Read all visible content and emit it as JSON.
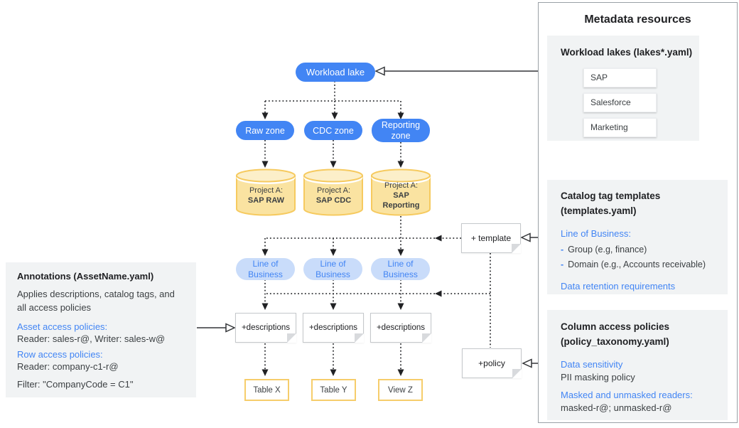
{
  "diagram": {
    "workload_lake_label": "Workload lake",
    "zones": [
      {
        "label": "Raw zone"
      },
      {
        "label": "CDC zone"
      },
      {
        "label": "Reporting zone"
      }
    ],
    "projects": [
      {
        "prefix": "Project A:",
        "name": "SAP RAW"
      },
      {
        "prefix": "Project A:",
        "name": "SAP CDC"
      },
      {
        "prefix": "Project A:",
        "name": "SAP Reporting"
      }
    ],
    "lob_label": "Line of Business",
    "descriptions_note_label": "+descriptions",
    "template_note_label": "+ template",
    "policy_note_label": "+policy",
    "outputs": [
      {
        "label": "Table X"
      },
      {
        "label": "Table Y"
      },
      {
        "label": "View Z"
      }
    ]
  },
  "annotations_panel": {
    "title": "Annotations (AssetName.yaml)",
    "description": "Applies descriptions, catalog tags, and all access policies",
    "asset_heading": "Asset access policies:",
    "asset_value": "Reader: sales-r@, Writer: sales-w@",
    "row_heading": "Row access policies:",
    "row_value": "Reader: company-c1-r@",
    "filter_value": "Filter: \"CompanyCode = C1\""
  },
  "metadata_panel": {
    "title": "Metadata resources",
    "workload_lakes": {
      "heading": "Workload lakes (lakes*.yaml)",
      "items": [
        "SAP",
        "Salesforce",
        "Marketing"
      ]
    },
    "catalog_templates": {
      "heading_line1": "Catalog tag templates",
      "heading_line2": "(templates.yaml)",
      "lob_heading": "Line of Business:",
      "bullet_char": "-",
      "bullets": [
        "Group (e.g, finance)",
        "Domain (e.g., Accounts receivable)"
      ],
      "retention_heading": "Data retention requirements"
    },
    "column_policies": {
      "heading_line1": "Column access policies",
      "heading_line2": "(policy_taxonomy.yaml)",
      "sensitivity_heading": "Data sensitivity",
      "sensitivity_value": "PII masking policy",
      "readers_heading": "Masked and unmasked readers:",
      "readers_value": "masked-r@; unmasked-r@"
    }
  },
  "colors": {
    "primary_blue": "#4285F4",
    "light_blue_pill": "#C9DCFA",
    "cylinder_fill": "#FAE3A1",
    "cylinder_top_fill": "#FCEFC9",
    "yellow_border": "#F6CA5F",
    "panel_gray": "#F1F3F4",
    "connector_dark": "#333538",
    "text_dark": "#3C4043"
  }
}
